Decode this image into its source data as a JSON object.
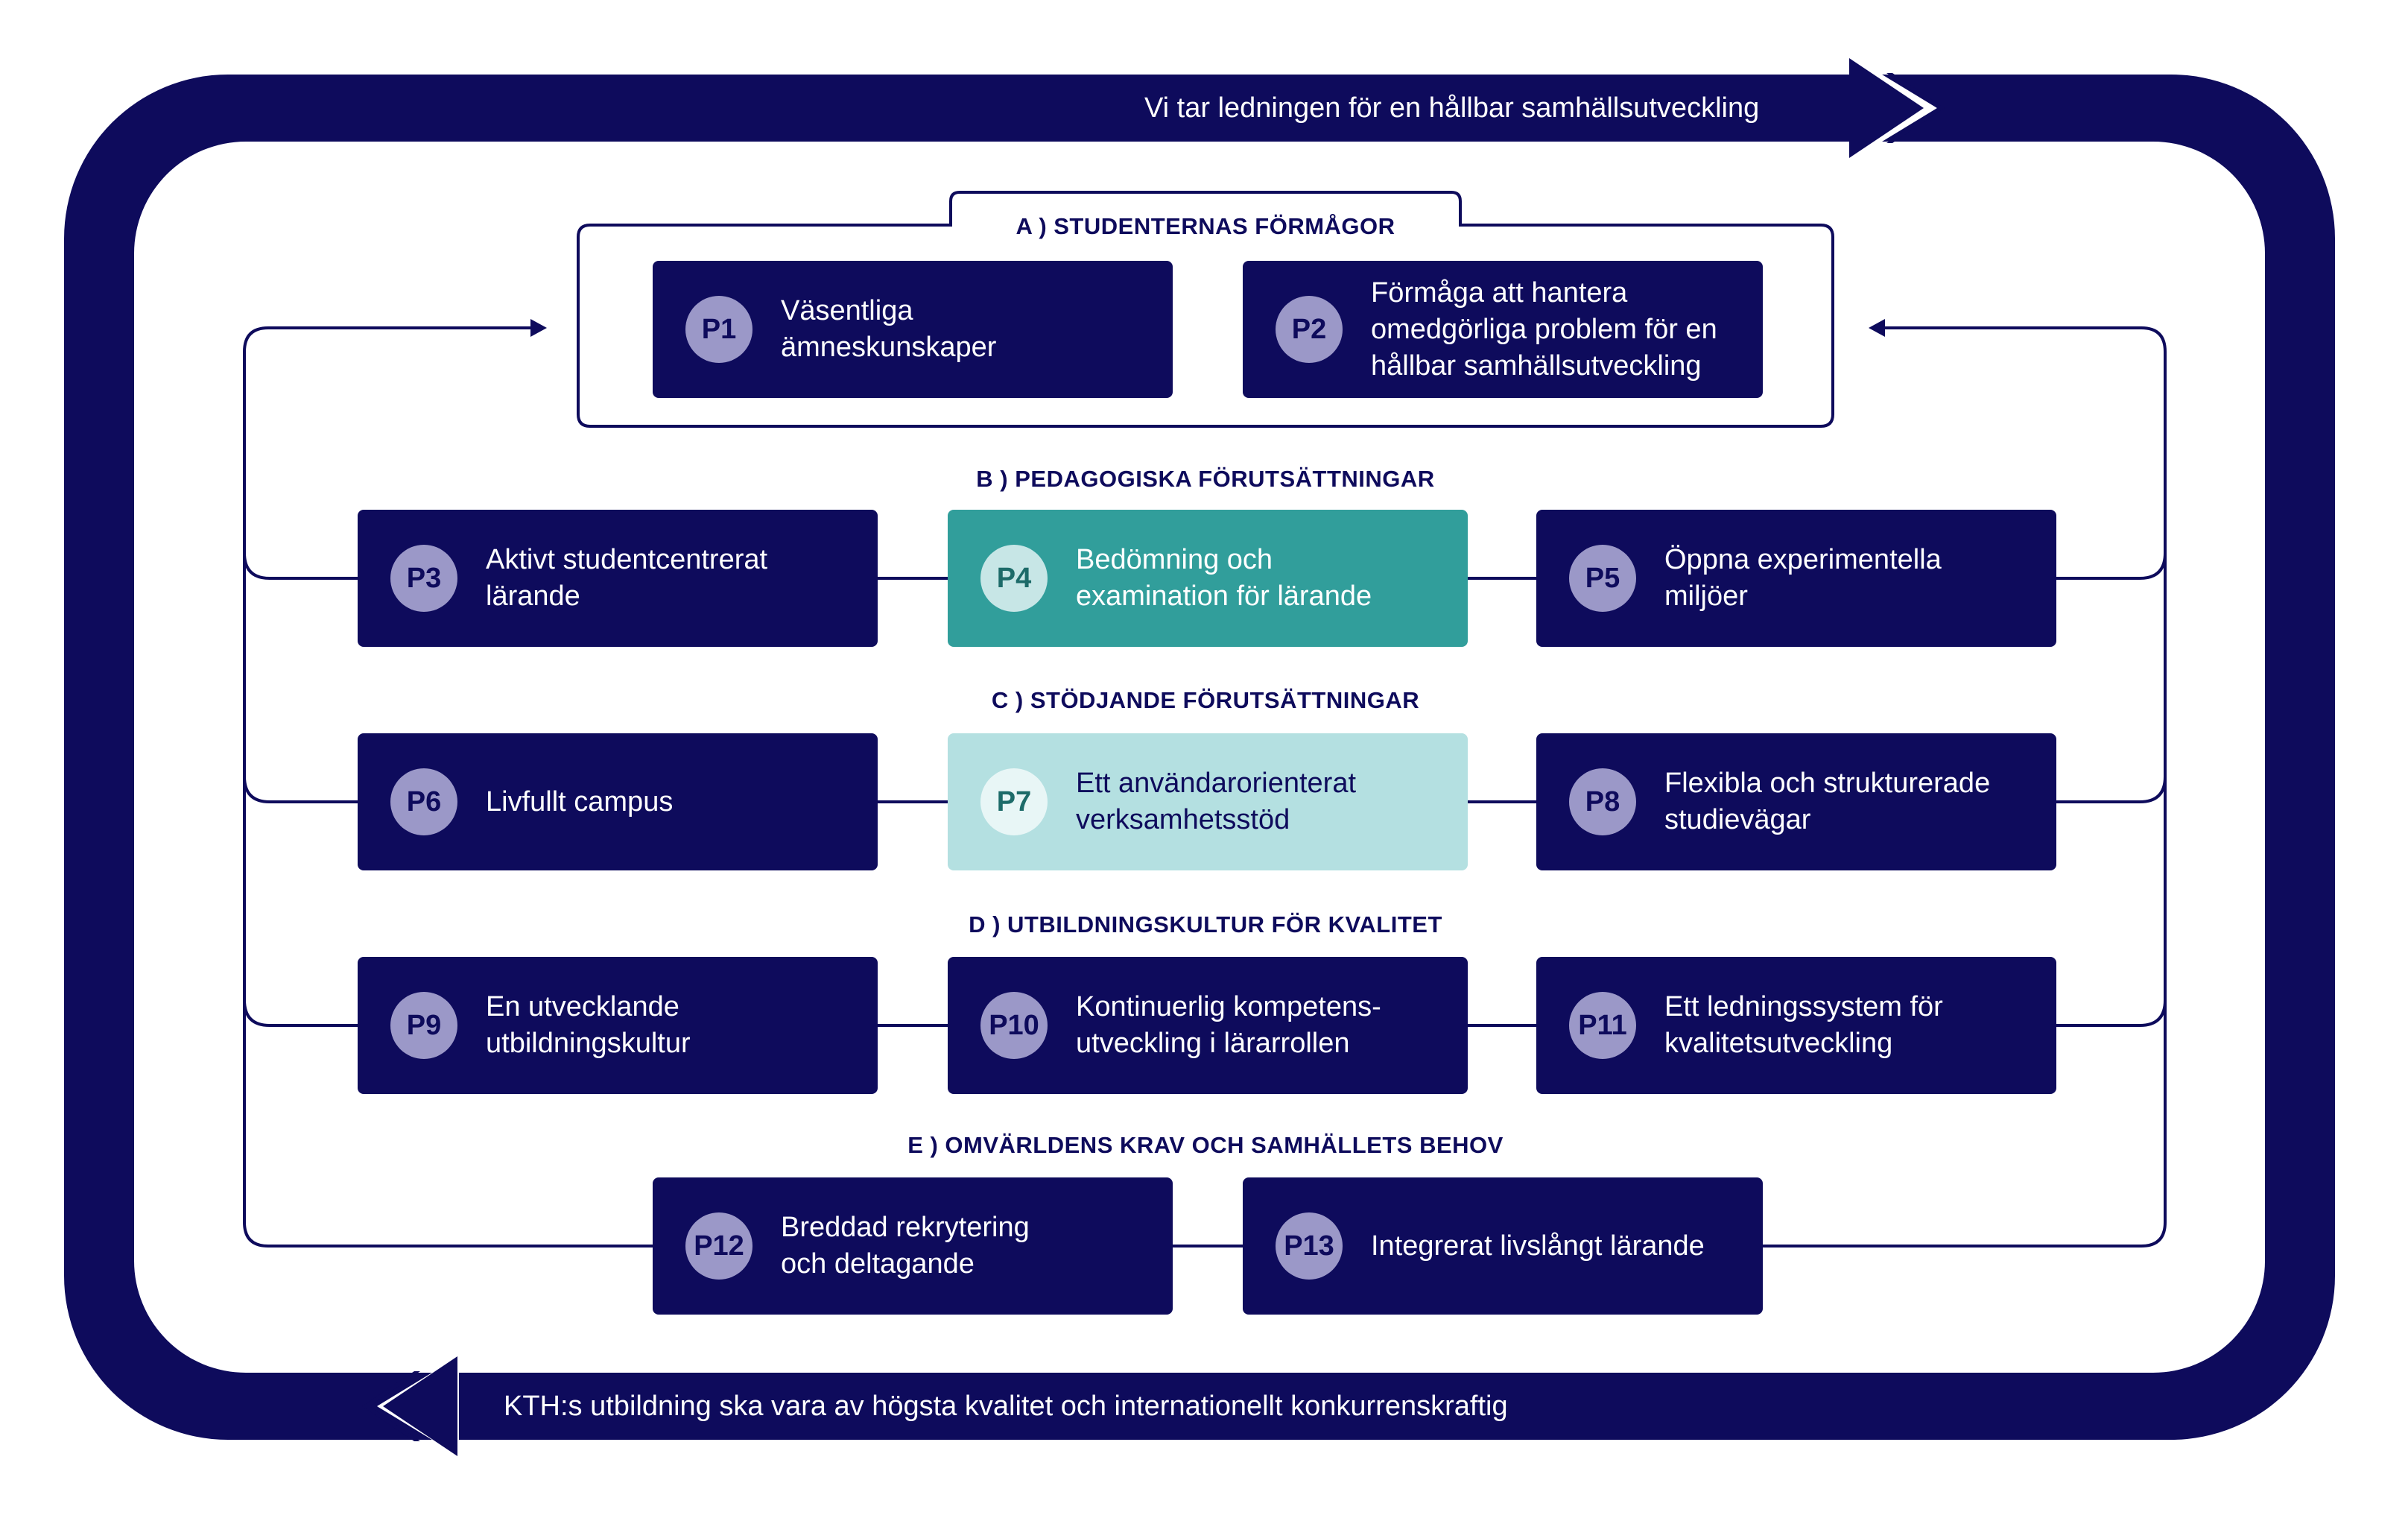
{
  "colors": {
    "navy": "#0e0b5c",
    "teal": "#319e9b",
    "light_teal": "#b4e0e1",
    "badge": "#9b98c8",
    "white": "#ffffff"
  },
  "banners": {
    "top": "Vi tar ledningen för en hållbar samhällsutveckling",
    "bottom": "KTH:s utbildning ska vara av högsta kvalitet och internationellt konkurrenskraftig"
  },
  "sections": {
    "a": "A ) STUDENTERNAS FÖRMÅGOR",
    "b": "B ) PEDAGOGISKA FÖRUTSÄTTNINGAR",
    "c": "C ) STÖDJANDE FÖRUTSÄTTNINGAR",
    "d": "D ) UTBILDNINGSKULTUR FÖR KVALITET",
    "e": "E ) OMVÄRLDENS KRAV OCH SAMHÄLLETS BEHOV"
  },
  "principles": {
    "p1": {
      "id": "P1",
      "label": "Väsentliga\nämneskunskaper"
    },
    "p2": {
      "id": "P2",
      "label": "Förmåga att hantera\nomedgörliga problem för en\nhållbar samhällsutveckling"
    },
    "p3": {
      "id": "P3",
      "label": "Aktivt studentcentrerat\nlärande"
    },
    "p4": {
      "id": "P4",
      "label": "Bedömning och\nexamination för lärande"
    },
    "p5": {
      "id": "P5",
      "label": "Öppna experimentella\nmiljöer"
    },
    "p6": {
      "id": "P6",
      "label": "Livfullt campus"
    },
    "p7": {
      "id": "P7",
      "label": "Ett användarorienterat\nverksamhetsstöd"
    },
    "p8": {
      "id": "P8",
      "label": "Flexibla och strukturerade\nstudievägar"
    },
    "p9": {
      "id": "P9",
      "label": "En utvecklande\nutbildningskultur"
    },
    "p10": {
      "id": "P10",
      "label": "Kontinuerlig kompetens-\nutveckling i lärarrollen"
    },
    "p11": {
      "id": "P11",
      "label": "Ett ledningssystem för\nkvalitetsutveckling"
    },
    "p12": {
      "id": "P12",
      "label": "Breddad rekrytering\noch deltagande"
    },
    "p13": {
      "id": "P13",
      "label": "Integrerat livslångt lärande"
    }
  }
}
